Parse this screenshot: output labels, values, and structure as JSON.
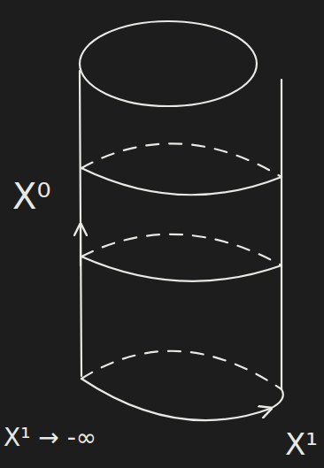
{
  "diagram": {
    "labels": [
      "X⁰",
      "X¹ → -∞",
      "X¹"
    ]
  }
}
